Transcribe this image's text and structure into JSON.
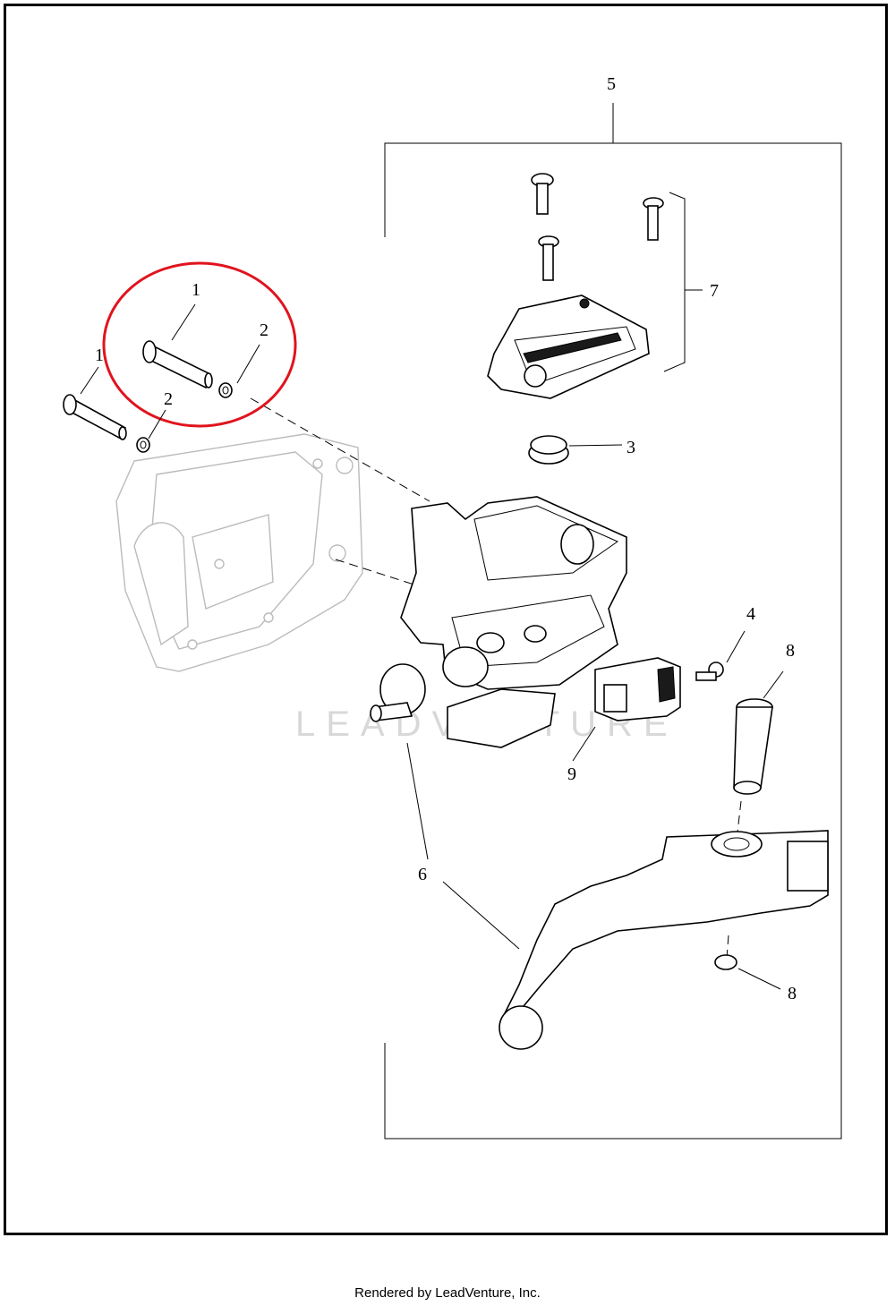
{
  "callouts": {
    "c1a": "1",
    "c1b": "1",
    "c2a": "2",
    "c2b": "2",
    "c3": "3",
    "c4": "4",
    "c5": "5",
    "c6": "6",
    "c7": "7",
    "c8a": "8",
    "c8b": "8",
    "c9": "9"
  },
  "watermark": "LEADVENTURE",
  "footer": "Rendered by LeadVenture, Inc.",
  "colors": {
    "highlight_circle": "#e0141e",
    "line": "#000000",
    "ghost": "#bbbbbb"
  }
}
